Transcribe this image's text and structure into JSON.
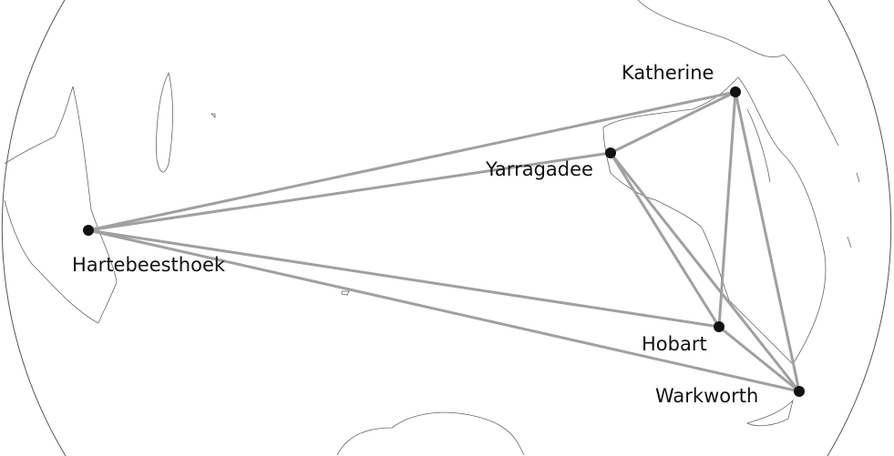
{
  "stations": [
    {
      "id": "katherine",
      "name": "Katherine"
    },
    {
      "id": "yarragadee",
      "name": "Yarragadee"
    },
    {
      "id": "hartebeesthoek",
      "name": "Hartebeesthoek"
    },
    {
      "id": "hobart",
      "name": "Hobart"
    },
    {
      "id": "warkworth",
      "name": "Warkworth"
    }
  ],
  "links": [
    [
      "hartebeesthoek",
      "katherine"
    ],
    [
      "hartebeesthoek",
      "yarragadee"
    ],
    [
      "hartebeesthoek",
      "hobart"
    ],
    [
      "hartebeesthoek",
      "warkworth"
    ],
    [
      "yarragadee",
      "katherine"
    ],
    [
      "yarragadee",
      "hobart"
    ],
    [
      "yarragadee",
      "warkworth"
    ],
    [
      "katherine",
      "hobart"
    ],
    [
      "katherine",
      "warkworth"
    ],
    [
      "hobart",
      "warkworth"
    ]
  ],
  "colors": {
    "link": "#a0a0a0",
    "station": "#111111",
    "coast": "#666666"
  }
}
